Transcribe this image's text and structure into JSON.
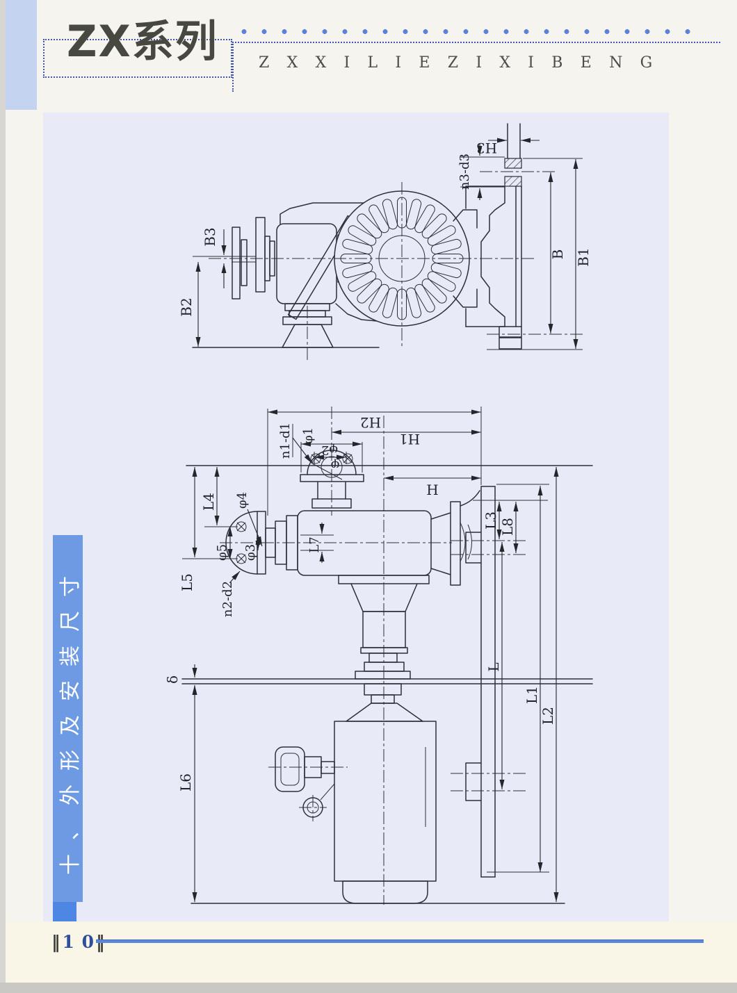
{
  "header": {
    "logo": "ZX系列",
    "pinyin": "ZXXILIEZIXIBENG"
  },
  "sidebar": {
    "title": "十、外形及安装尺寸"
  },
  "footer": {
    "bar": "‖",
    "page_number": "1 0"
  },
  "colors": {
    "accent_blue": "#5c87d9",
    "dot_blue": "#5b82d8",
    "sidebar_blue": "#6e9ae4",
    "panel_lavender": "#e8ebf7"
  },
  "drawings": {
    "front_view": {
      "description": "pump end view with motor fan cover and discharge flange",
      "labels": {
        "B": "B",
        "B1": "B1",
        "B2": "B2",
        "B3": "B3",
        "H3": "H3",
        "n3_d3": "n3-d3"
      }
    },
    "side_view": {
      "description": "pump side view with suction flange, motor and base",
      "labels": {
        "H": "H",
        "H1": "H1",
        "H2": "H2",
        "L": "L",
        "L1": "L1",
        "L2": "L2",
        "L3": "L3",
        "L4": "L4",
        "L5": "L5",
        "L6": "L6",
        "L7": "L7",
        "L8": "L8",
        "phi": "φ",
        "phi1": "φ1",
        "phi2": "φ2",
        "phi3": "φ3",
        "phi4": "φ4",
        "phi5": "φ5",
        "n1_d1": "n1-d1",
        "n2_d2": "n2-d2",
        "delta": "δ"
      }
    }
  }
}
